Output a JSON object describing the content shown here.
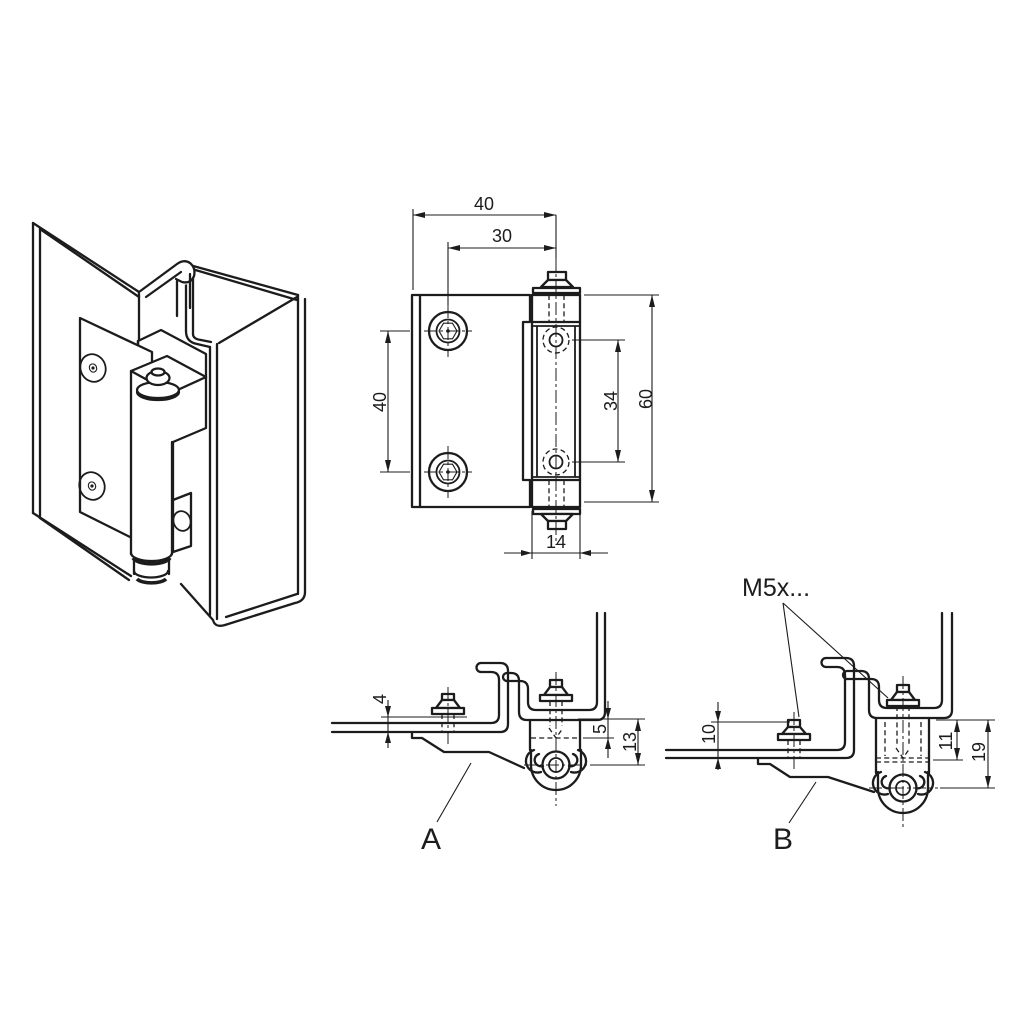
{
  "drawing": {
    "type": "technical-drawing-hinge",
    "background": "#ffffff",
    "line_color": "#1c1c1c"
  },
  "front_view": {
    "dim_width_total": "40",
    "dim_hole_offset": "30",
    "dim_hole_spacing": "40",
    "dim_pin_hole_spacing": "34",
    "dim_height_total": "60",
    "dim_knuckle_width": "14"
  },
  "section_a": {
    "label": "A",
    "dim_door_offset": "4",
    "dim_recess": "5",
    "dim_pin_depth": "13"
  },
  "section_b": {
    "label": "B",
    "dim_door_offset": "10",
    "dim_recess": "11",
    "dim_pin_depth": "19",
    "screw_callout": "M5x..."
  }
}
